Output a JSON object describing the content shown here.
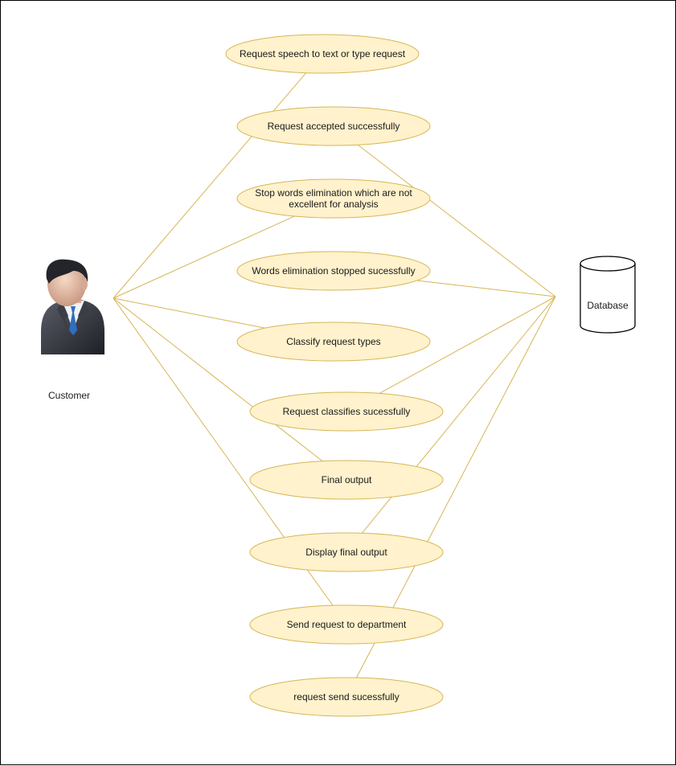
{
  "actor": {
    "label": "Customer"
  },
  "database": {
    "label": "Database"
  },
  "colors": {
    "ellipse_fill": "#FFF2CC",
    "ellipse_stroke": "#D6B656",
    "line": "#D6B656"
  },
  "use_cases": [
    {
      "lines": [
        "Request speech to text or type request"
      ],
      "link": "actor"
    },
    {
      "lines": [
        "Request accepted successfully"
      ],
      "link": "database"
    },
    {
      "lines": [
        "Stop words elimination which are not",
        "excellent for analysis"
      ],
      "link": "actor"
    },
    {
      "lines": [
        "Words elimination stopped sucessfully"
      ],
      "link": "database"
    },
    {
      "lines": [
        "Classify request types"
      ],
      "link": "actor"
    },
    {
      "lines": [
        "Request classifies sucessfully"
      ],
      "link": "database"
    },
    {
      "lines": [
        "Final output"
      ],
      "link": "actor"
    },
    {
      "lines": [
        "Display final output"
      ],
      "link": "database"
    },
    {
      "lines": [
        "Send request to department"
      ],
      "link": "actor"
    },
    {
      "lines": [
        "request send sucessfully"
      ],
      "link": "database"
    }
  ]
}
